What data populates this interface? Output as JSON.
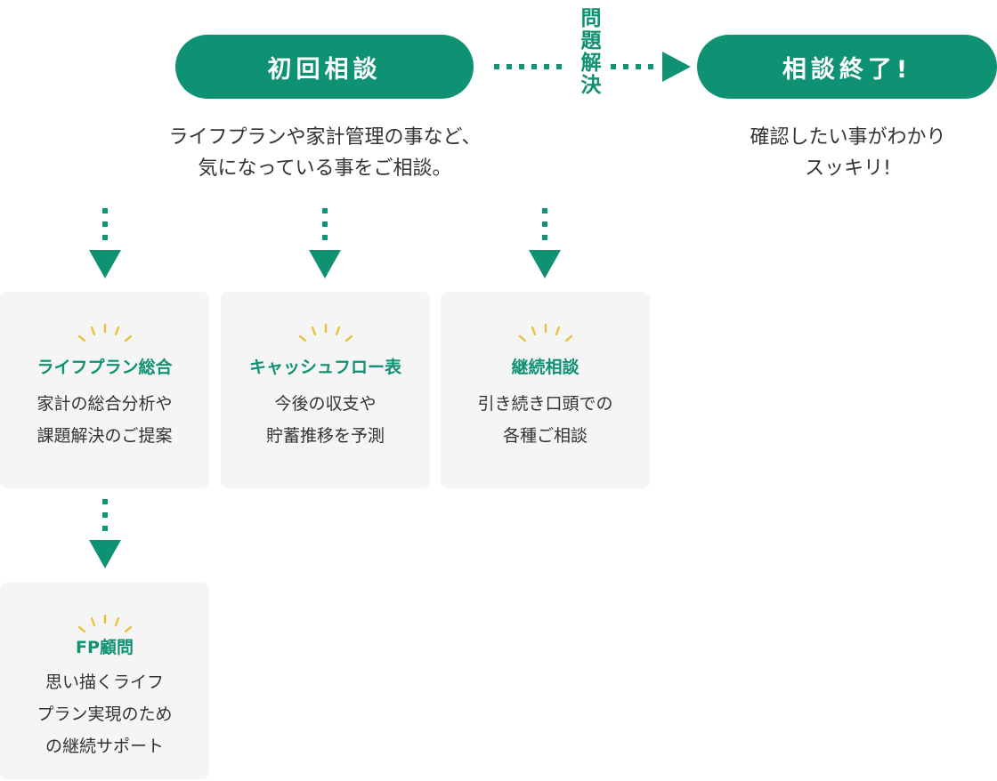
{
  "flow": {
    "start_label": "初回相談",
    "end_label": "相談終了!",
    "branch_label": "問題解決",
    "start_caption": [
      "ライフプランや家計管理の事など、",
      "気になっている事をご相談。"
    ],
    "end_caption": [
      "確認したい事がわかり",
      "スッキリ!"
    ]
  },
  "cards": [
    {
      "title": "ライフプラン総合",
      "lines": [
        "家計の総合分析や",
        "課題解決のご提案"
      ]
    },
    {
      "title": "キャッシュフロー表",
      "lines": [
        "今後の収支や",
        "貯蓄推移を予測"
      ]
    },
    {
      "title": "継続相談",
      "lines": [
        "引き続き口頭での",
        "各種ご相談"
      ]
    },
    {
      "title": "FP顧問",
      "lines": [
        "思い描くライフ",
        "プラン実現のため",
        "の継続サポート"
      ]
    }
  ],
  "colors": {
    "accent": "#0f9173",
    "card_bg": "#f5f5f5",
    "ray": "#e8c23a",
    "text": "#333333"
  }
}
